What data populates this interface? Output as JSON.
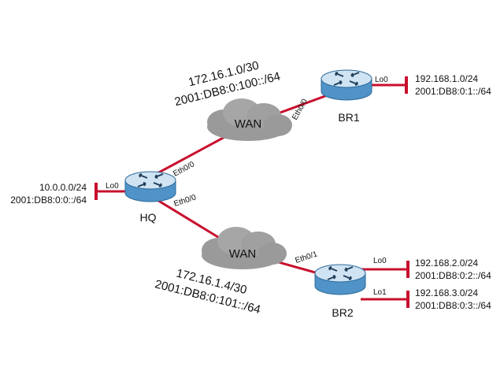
{
  "colors": {
    "link": "#c8102e",
    "router_body": "#4f93c8",
    "router_top": "#cfe3f3",
    "cloud": "#9a9a9a"
  },
  "routers": {
    "hq": {
      "name": "HQ",
      "icon": "router-icon"
    },
    "br1": {
      "name": "BR1",
      "icon": "router-icon"
    },
    "br2": {
      "name": "BR2",
      "icon": "router-icon"
    }
  },
  "clouds": {
    "wan_top": {
      "label": "WAN",
      "subnet_v4": "172.16.1.0/30",
      "subnet_v6": "2001:DB8:0:100::/64"
    },
    "wan_bottom": {
      "label": "WAN",
      "subnet_v4": "172.16.1.4/30",
      "subnet_v6": "2001:DB8:0:101::/64"
    }
  },
  "interfaces": {
    "hq_to_wan_top": "Eth0/0",
    "hq_to_wan_bottom": "Eth0/0",
    "br1_to_wan": "Eth0/0",
    "br2_to_wan": "Eth0/1"
  },
  "loopbacks": {
    "hq_lo0": {
      "if": "Lo0",
      "v4": "10.0.0.0/24",
      "v6": "2001:DB8:0:0::/64"
    },
    "br1_lo0": {
      "if": "Lo0",
      "v4": "192.168.1.0/24",
      "v6": "2001:DB8:0:1::/64"
    },
    "br2_lo0": {
      "if": "Lo0",
      "v4": "192.168.2.0/24",
      "v6": "2001:DB8:0:2::/64"
    },
    "br2_lo1": {
      "if": "Lo1",
      "v4": "192.168.3.0/24",
      "v6": "2001:DB8:0:3::/64"
    }
  }
}
